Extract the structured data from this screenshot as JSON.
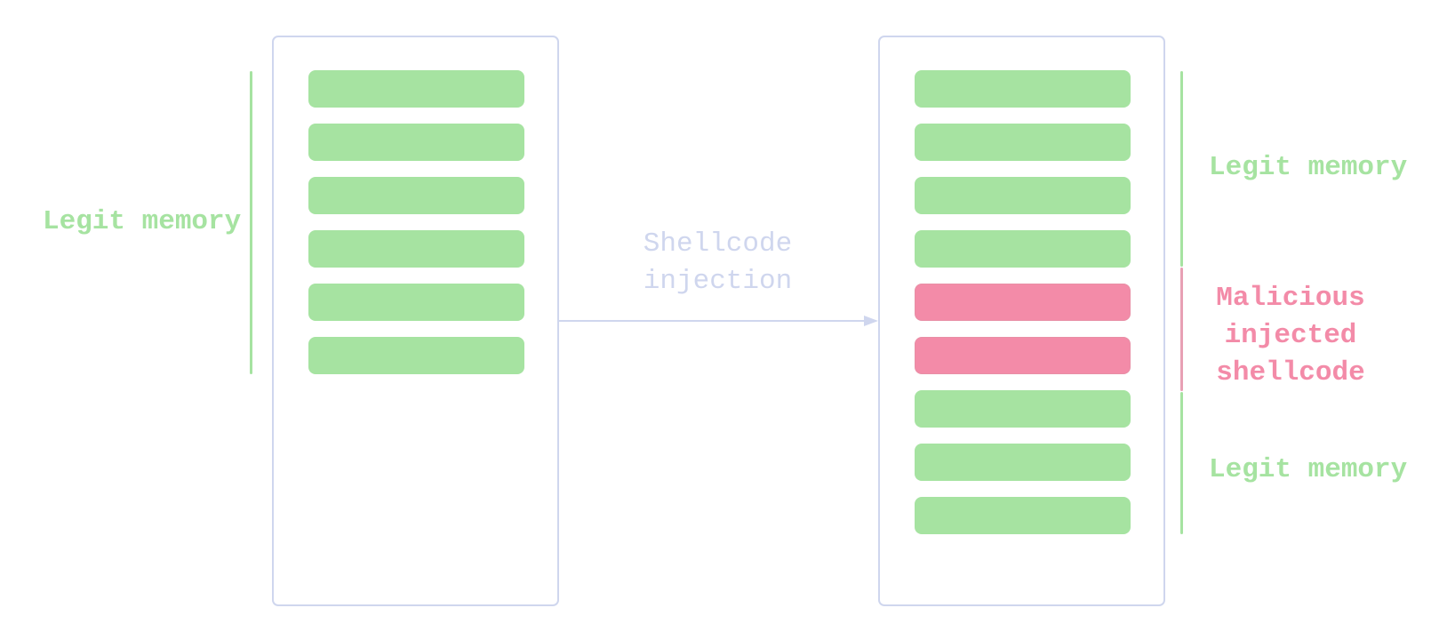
{
  "diagram": {
    "before": {
      "blocks": [
        "legit",
        "legit",
        "legit",
        "legit",
        "legit",
        "legit"
      ],
      "label": "Legit memory"
    },
    "arrow": {
      "label_line1": "Shellcode",
      "label_line2": "injection"
    },
    "after": {
      "blocks": [
        "legit",
        "legit",
        "legit",
        "legit",
        "malicious",
        "malicious",
        "legit",
        "legit",
        "legit"
      ],
      "label_top": "Legit memory",
      "label_middle_line1": "Malicious",
      "label_middle_line2": "injected",
      "label_middle_line3": "shellcode",
      "label_bottom": "Legit memory"
    },
    "colors": {
      "legit": "#a6e3a1",
      "malicious": "#f38ba8",
      "outline": "#cfd6ee"
    }
  }
}
